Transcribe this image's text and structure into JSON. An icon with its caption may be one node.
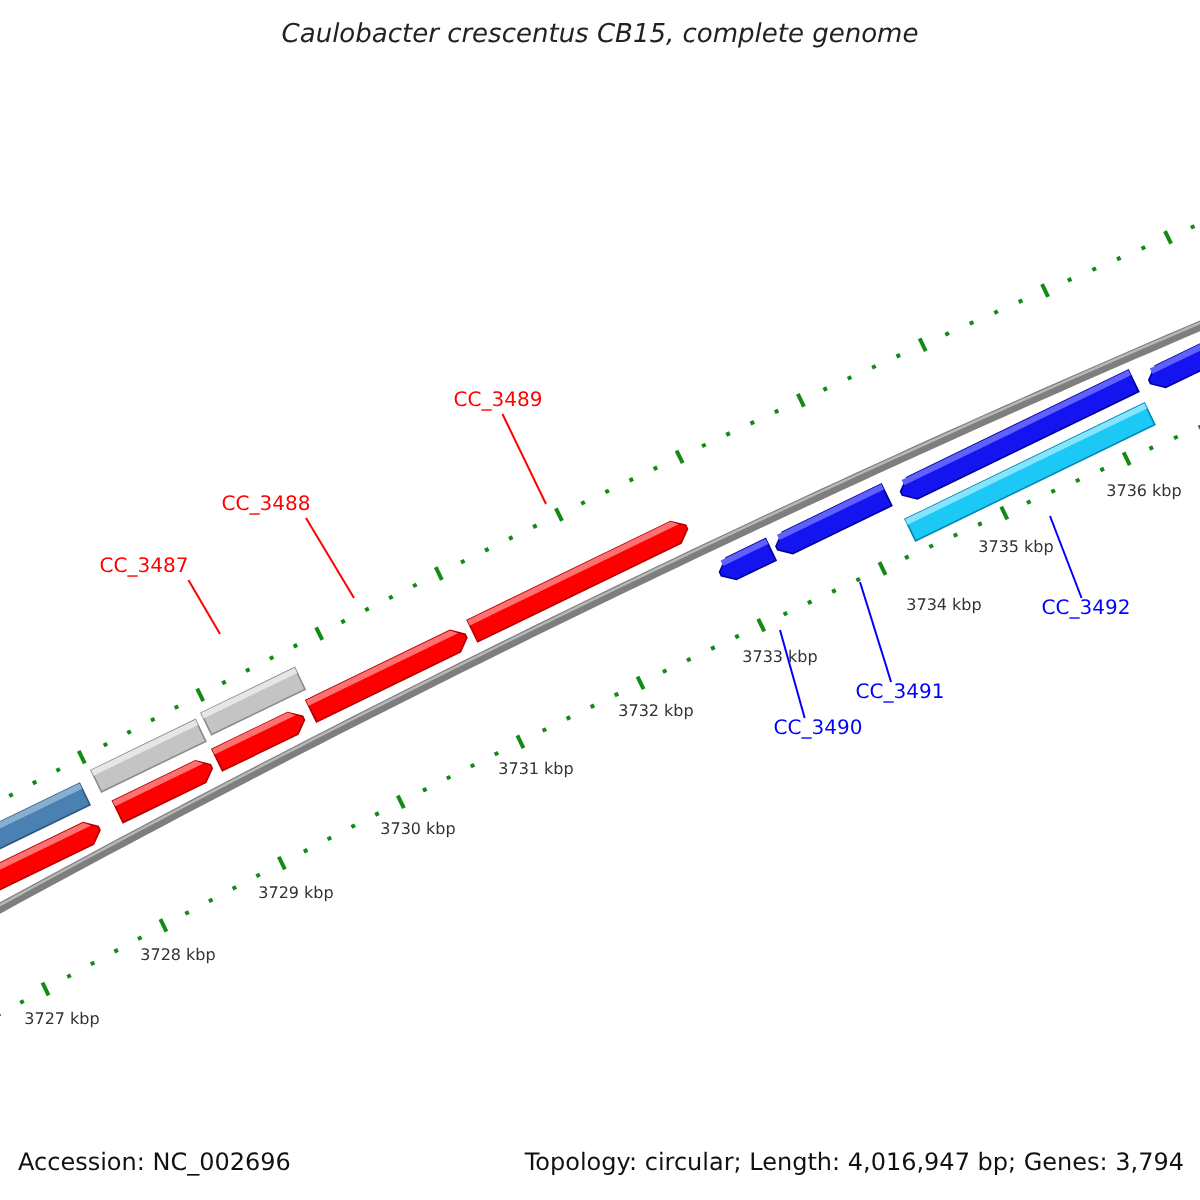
{
  "diagram": {
    "title": "Caulobacter crescentus CB15, complete genome",
    "nodes": [
      {
        "text": [
          "CC_3487"
        ]
      },
      {
        "text": [
          "CC_3488"
        ]
      },
      {
        "text": [
          "CC_3489"
        ]
      },
      {
        "text": [
          "CC_3490"
        ]
      },
      {
        "text": [
          "CC_3491"
        ]
      },
      {
        "text": [
          "CC_3492"
        ]
      }
    ],
    "edges": [
      {
        "from": 0,
        "to": null,
        "arrow": "none",
        "color": "#ff0000"
      },
      {
        "from": 1,
        "to": null,
        "arrow": "none",
        "color": "#ff0000"
      },
      {
        "from": 2,
        "to": null,
        "arrow": "none",
        "color": "#ff0000"
      },
      {
        "from": 3,
        "to": null,
        "arrow": "none",
        "color": "#0000ff"
      },
      {
        "from": 4,
        "to": null,
        "arrow": "none",
        "color": "#0000ff"
      },
      {
        "from": 5,
        "to": null,
        "arrow": "none",
        "color": "#0000ff"
      }
    ],
    "labels": [
      "3727 kbp",
      "3728 kbp",
      "3729 kbp",
      "3730 kbp",
      "3731 kbp",
      "3732 kbp",
      "3733 kbp",
      "3734 kbp",
      "3735 kbp",
      "3736 kbp",
      "Accession: NC_002696",
      "Topology: circular; Length: 4,016,947 bp; Genes: 3,794"
    ]
  }
}
